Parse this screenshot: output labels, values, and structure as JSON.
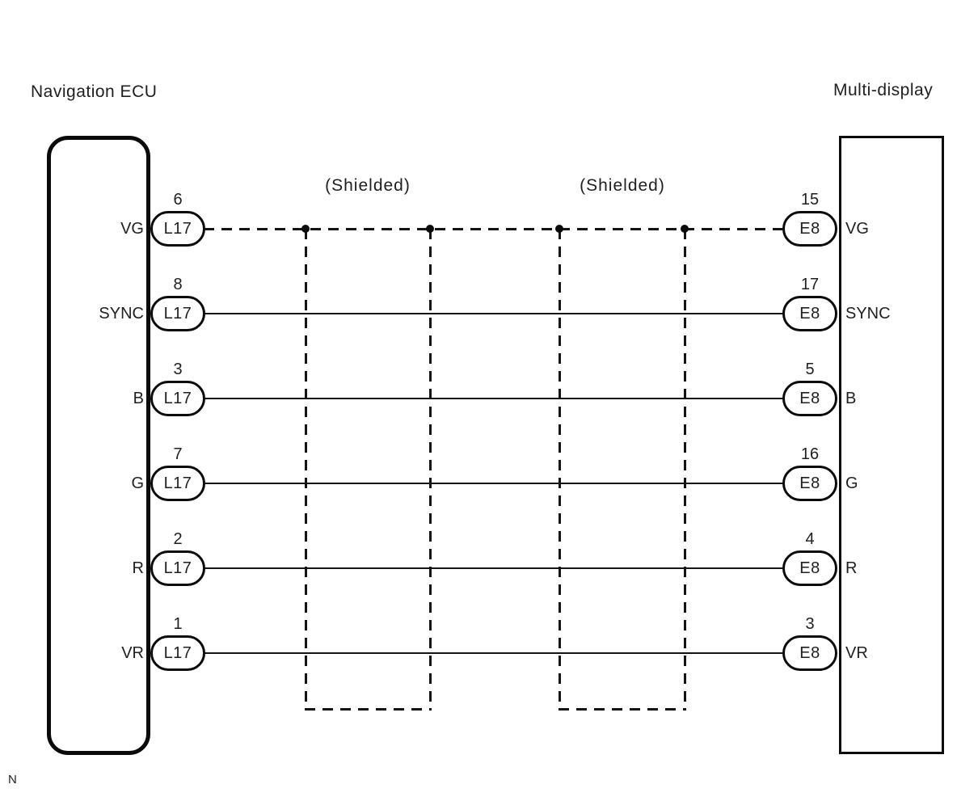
{
  "diagram": {
    "left_component": {
      "title": "Navigation ECU",
      "connector_code": "L17"
    },
    "right_component": {
      "title": "Multi-display",
      "connector_code": "E8"
    },
    "wires": [
      {
        "signal": "VG",
        "left_pin": "6",
        "left_connector": "L17",
        "right_pin": "15",
        "right_connector": "E8",
        "style": "dashed"
      },
      {
        "signal": "SYNC",
        "left_pin": "8",
        "left_connector": "L17",
        "right_pin": "17",
        "right_connector": "E8",
        "style": "solid"
      },
      {
        "signal": "B",
        "left_pin": "3",
        "left_connector": "L17",
        "right_pin": "5",
        "right_connector": "E8",
        "style": "solid"
      },
      {
        "signal": "G",
        "left_pin": "7",
        "left_connector": "L17",
        "right_pin": "16",
        "right_connector": "E8",
        "style": "solid"
      },
      {
        "signal": "R",
        "left_pin": "2",
        "left_connector": "L17",
        "right_pin": "4",
        "right_connector": "E8",
        "style": "solid"
      },
      {
        "signal": "VR",
        "left_pin": "1",
        "left_connector": "L17",
        "right_pin": "3",
        "right_connector": "E8",
        "style": "solid"
      }
    ],
    "shields": [
      {
        "label": "(Shielded)"
      },
      {
        "label": "(Shielded)"
      }
    ],
    "footnote": "N",
    "colors": {
      "line": "#141414",
      "box_stroke": "#0b0b0b",
      "background": "#ffffff",
      "text": "#1f1f1f"
    }
  }
}
